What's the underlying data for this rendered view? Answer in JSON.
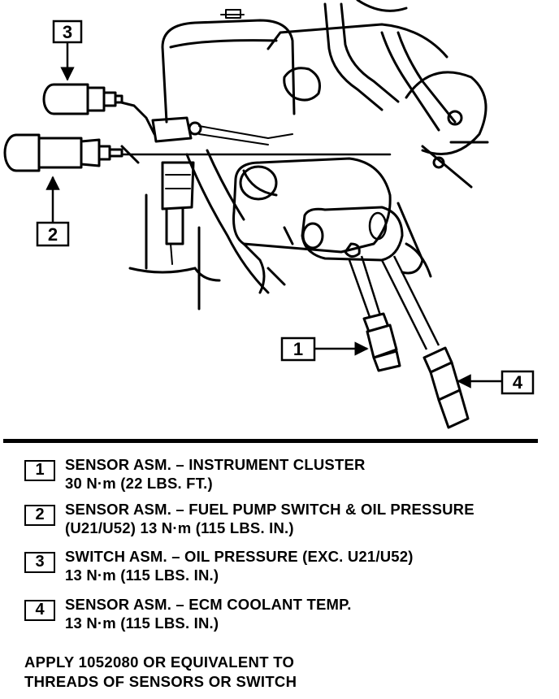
{
  "callouts": [
    {
      "number": "1"
    },
    {
      "number": "2"
    },
    {
      "number": "3"
    },
    {
      "number": "4"
    }
  ],
  "legend": [
    {
      "number": "1",
      "line1": "SENSOR ASM.  –  INSTRUMENT CLUSTER",
      "line2": "30 N·m (22 LBS. FT.)"
    },
    {
      "number": "2",
      "line1": "SENSOR ASM.  –  FUEL PUMP SWITCH & OIL PRESSURE",
      "line2": "(U21/U52) 13 N·m (115 LBS. IN.)"
    },
    {
      "number": "3",
      "line1": "SWITCH ASM.  –  OIL PRESSURE (EXC. U21/U52)",
      "line2": "13 N·m (115 LBS. IN.)"
    },
    {
      "number": "4",
      "line1": "SENSOR ASM.  –  ECM COOLANT TEMP.",
      "line2": "13 N·m (115 LBS. IN.)"
    }
  ],
  "note": {
    "line1": "APPLY 1052080 OR EQUIVALENT TO",
    "line2": "THREADS OF SENSORS OR SWITCH"
  }
}
